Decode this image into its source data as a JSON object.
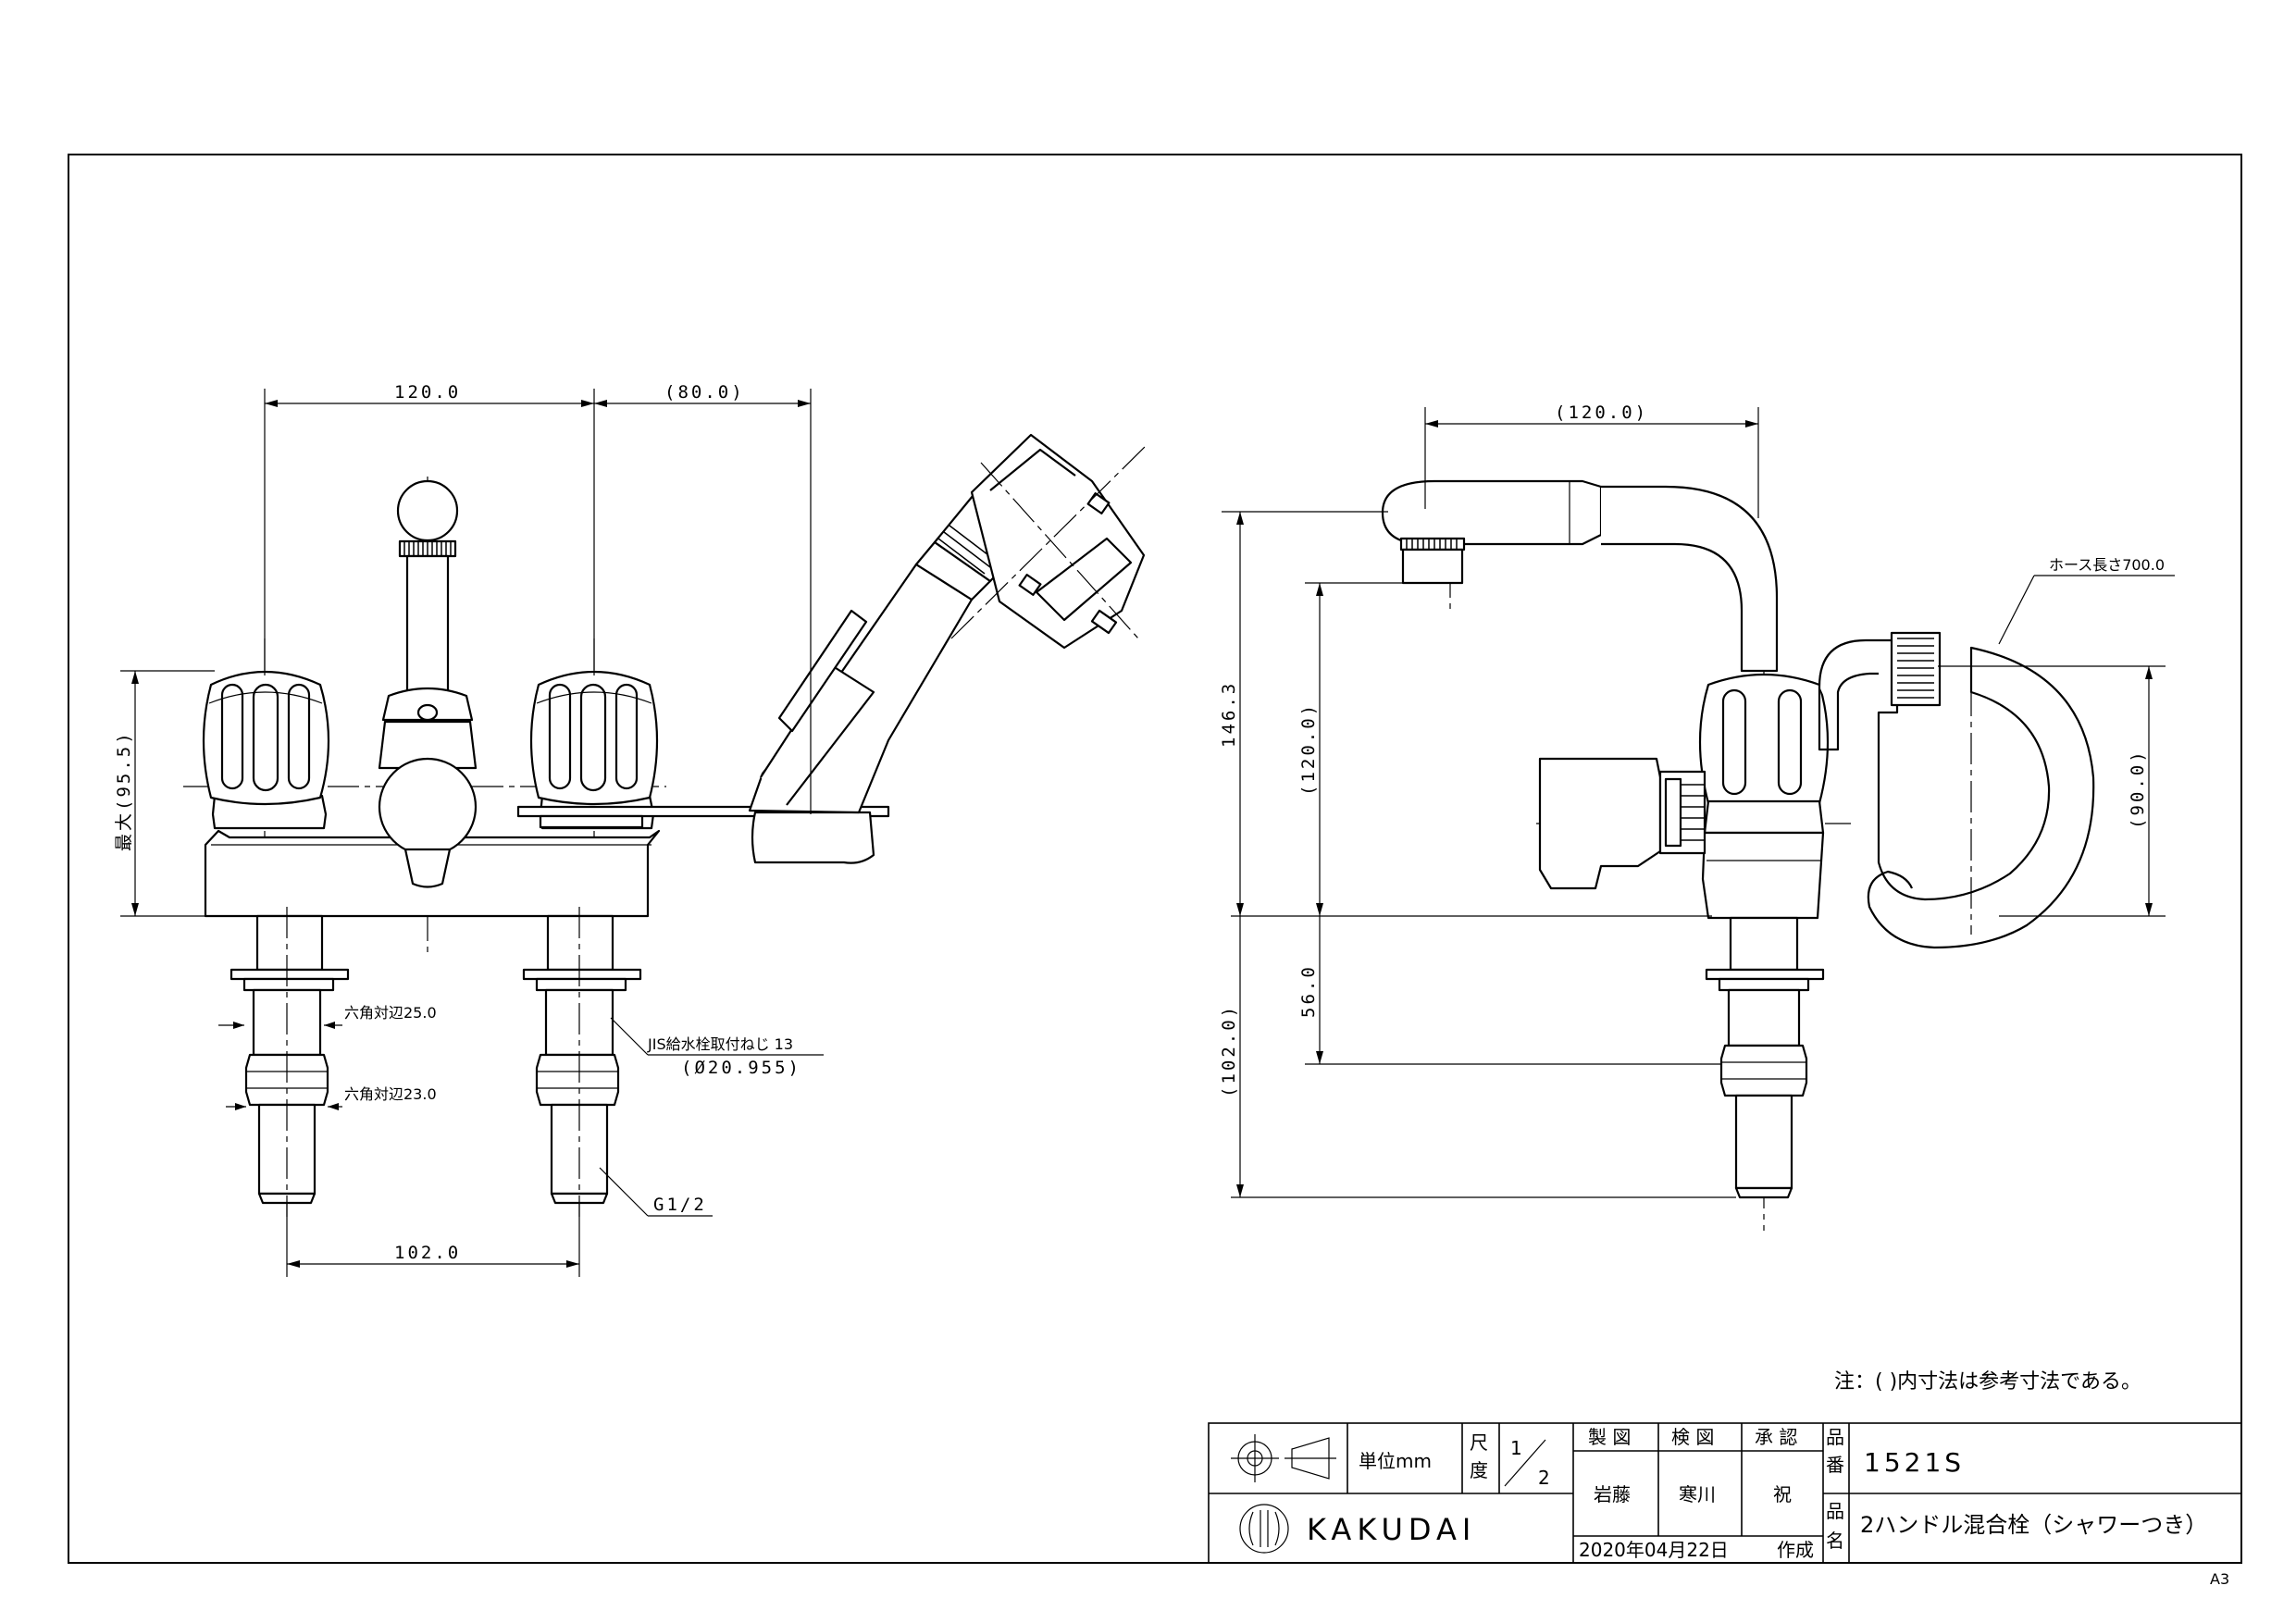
{
  "dimensions": {
    "front_center": "120.0",
    "front_shower": "(80.0)",
    "front_max_height": "最大(95.5)",
    "front_bottom_spacing": "102.0",
    "hex_upper": "六角対辺25.0",
    "hex_lower": "六角対辺23.0",
    "jis_thread": "JIS給水栓取付ねじ 13",
    "jis_diameter": "(Ø20.955)",
    "pipe_thread": "G1/2",
    "side_spout": "(120.0)",
    "side_total_height": "146.3",
    "side_spout_height": "(120.0)",
    "side_below_deck": "56.0",
    "side_shank_length": "(102.0)",
    "side_hose_holder": "(90.0)",
    "hose_length": "ホース長さ700.0"
  },
  "note": "注：( )内寸法は参考寸法である。",
  "title_block": {
    "unit": "単位mm",
    "scale_label_1": "尺",
    "scale_label_2": "度",
    "scale_num": "1",
    "scale_den": "2",
    "header_drawn": "製 図",
    "header_checked": "検 図",
    "header_approved": "承 認",
    "drawn_by": "岩藤",
    "checked_by": "寒川",
    "approved_by": "祝",
    "date": "2020年04月22日",
    "date_suffix": "作成",
    "part_no_label_1": "品",
    "part_no_label_2": "番",
    "part_no": "1521S",
    "part_name_label_1": "品",
    "part_name_label_2": "名",
    "part_name": "2ハンドル混合栓（シャワーつき）",
    "company": "KAKUDAI"
  },
  "sheet_size": "A3"
}
